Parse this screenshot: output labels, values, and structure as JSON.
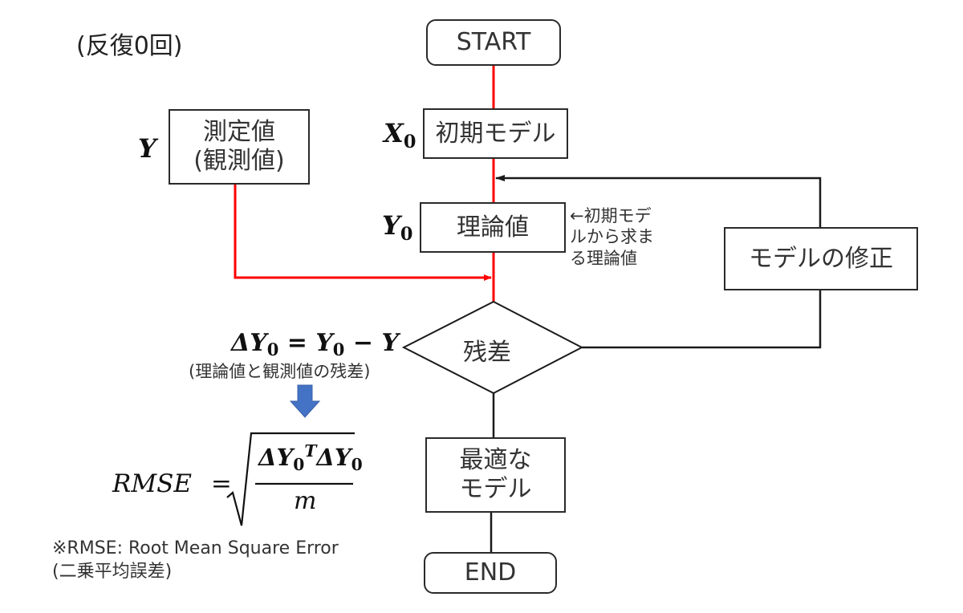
{
  "iteration_label": "(反復0回)",
  "nodes": {
    "start": "START",
    "initial_model": "初期モデル",
    "measured": {
      "line1": "測定値",
      "line2": "(観測値)"
    },
    "theoretical": "理論値",
    "residual": "残差",
    "model_fix": "モデルの修正",
    "optimal": {
      "line1": "最適な",
      "line2": "モデル"
    },
    "end": "END"
  },
  "symbols": {
    "measured": {
      "base": "Y"
    },
    "initial_model": {
      "base": "X",
      "sub": "0"
    },
    "theoretical": {
      "base": "Y",
      "sub": "0"
    }
  },
  "theoretical_note": {
    "line1": "←初期モデ",
    "line2": "ルから求ま",
    "line3": "る理論値"
  },
  "residual_formula": {
    "lhs": "ΔY",
    "lhs_sub": "0",
    "eq": "=",
    "rhs1": "Y",
    "rhs1_sub": "0",
    "minus": "−",
    "rhs2": "Y",
    "caption": "(理論値と観測値の残差)"
  },
  "rmse_formula": {
    "lhs": "RMSE",
    "eq": "=",
    "num_a": "ΔY",
    "num_a_sub": "0",
    "num_a_sup": "T",
    "num_b": "ΔY",
    "num_b_sub": "0",
    "den": "m"
  },
  "footnote": {
    "line1": "※RMSE: Root Mean Square Error",
    "line2": "(二乗平均誤差)"
  },
  "colors": {
    "red_flow": "#ff0000",
    "black_flow": "#1a1a1a",
    "blue_arrow": "#4472c4"
  }
}
